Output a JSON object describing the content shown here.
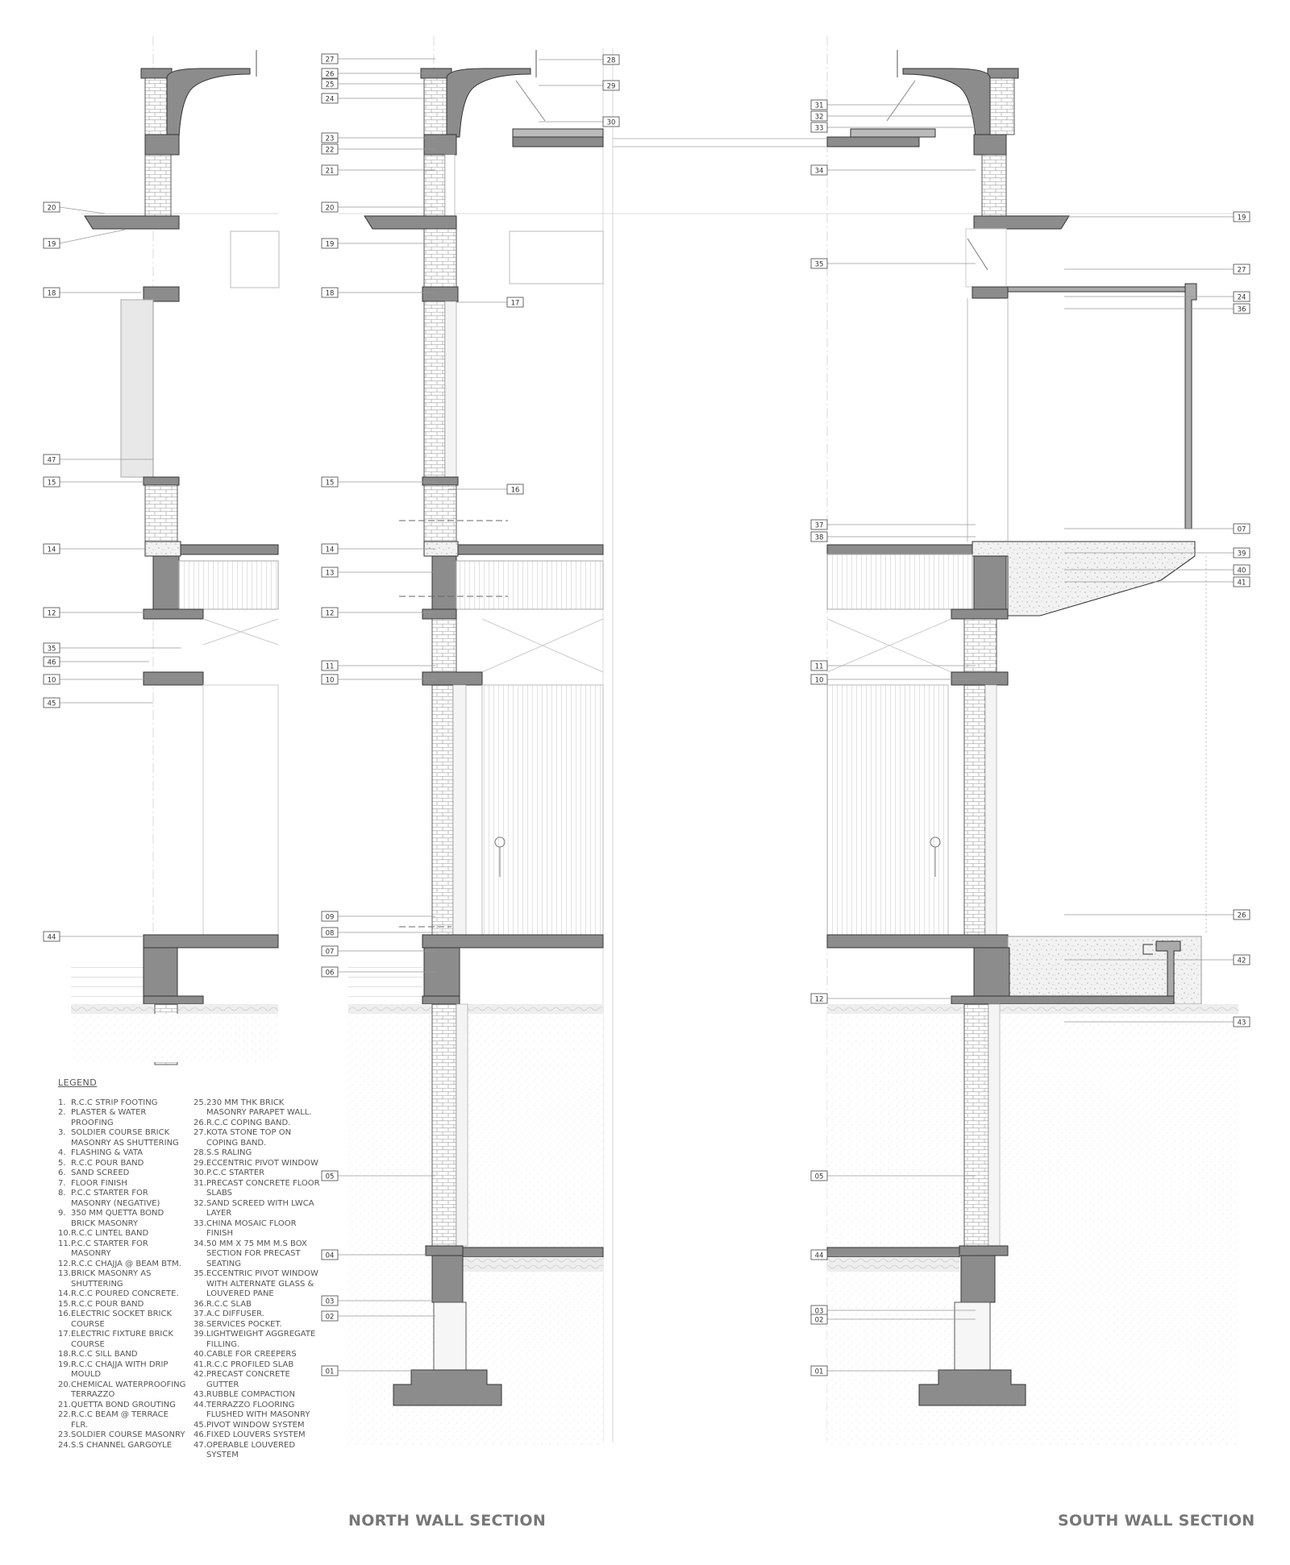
{
  "legend": {
    "title": "LEGEND",
    "col1": [
      {
        "n": "1.",
        "t": "R.C.C STRIP FOOTING"
      },
      {
        "n": "2.",
        "t": "PLASTER & WATER PROOFING"
      },
      {
        "n": "3.",
        "t": "SOLDIER COURSE BRICK MASONRY AS SHUTTERING"
      },
      {
        "n": "4.",
        "t": "FLASHING & VATA"
      },
      {
        "n": "5.",
        "t": "R.C.C POUR BAND"
      },
      {
        "n": "6.",
        "t": "SAND SCREED"
      },
      {
        "n": "7.",
        "t": "FLOOR FINISH"
      },
      {
        "n": "8.",
        "t": "P.C.C STARTER FOR MASONRY (NEGATIVE)"
      },
      {
        "n": "9.",
        "t": "350 MM QUETTA BOND BRICK MASONRY"
      },
      {
        "n": "10.",
        "t": "R.C.C LINTEL BAND"
      },
      {
        "n": "11.",
        "t": "P.C.C STARTER FOR MASONRY"
      },
      {
        "n": "12.",
        "t": "R.C.C CHAJJA @ BEAM BTM."
      },
      {
        "n": "13.",
        "t": "BRICK MASONRY AS SHUTTERING"
      },
      {
        "n": "14.",
        "t": "R.C.C POURED CONCRETE."
      },
      {
        "n": "15.",
        "t": "R.C.C POUR BAND"
      },
      {
        "n": "16.",
        "t": "ELECTRIC SOCKET BRICK COURSE"
      },
      {
        "n": "17.",
        "t": "ELECTRIC FIXTURE BRICK COURSE"
      },
      {
        "n": "18.",
        "t": "R.C.C SILL BAND"
      },
      {
        "n": "19.",
        "t": "R.C.C CHAJJA WITH DRIP MOULD"
      },
      {
        "n": "20.",
        "t": "CHEMICAL WATERPROOFING TERRAZZO"
      },
      {
        "n": "21.",
        "t": "QUETTA BOND GROUTING"
      },
      {
        "n": "22.",
        "t": "R.C.C BEAM @ TERRACE FLR."
      },
      {
        "n": "23.",
        "t": "SOLDIER COURSE MASONRY"
      },
      {
        "n": "24.",
        "t": "S.S CHANNEL GARGOYLE"
      }
    ],
    "col2": [
      {
        "n": "25.",
        "t": "230 MM THK BRICK MASONRY PARAPET WALL."
      },
      {
        "n": "26.",
        "t": "R.C.C COPING BAND."
      },
      {
        "n": "27.",
        "t": "KOTA STONE TOP ON COPING BAND."
      },
      {
        "n": "28.",
        "t": "S.S RALING"
      },
      {
        "n": "29.",
        "t": "ECCENTRIC PIVOT WINDOW"
      },
      {
        "n": "30.",
        "t": "P.C.C STARTER"
      },
      {
        "n": "31.",
        "t": "PRECAST CONCRETE FLOOR SLABS"
      },
      {
        "n": "32.",
        "t": "SAND SCREED WITH LWCA LAYER"
      },
      {
        "n": "33.",
        "t": "CHINA MOSAIC FLOOR FINISH"
      },
      {
        "n": "34.",
        "t": "50 MM X 75 MM M.S BOX SECTION FOR PRECAST SEATING"
      },
      {
        "n": "35.",
        "t": "ECCENTRIC PIVOT WINDOW WITH ALTERNATE GLASS & LOUVERED PANE"
      },
      {
        "n": "36.",
        "t": "R.C.C SLAB"
      },
      {
        "n": "37.",
        "t": "A.C DIFFUSER."
      },
      {
        "n": "38.",
        "t": "SERVICES POCKET."
      },
      {
        "n": "39.",
        "t": "LIGHTWEIGHT AGGREGATE FILLING."
      },
      {
        "n": "40.",
        "t": "CABLE FOR CREEPERS"
      },
      {
        "n": "41.",
        "t": "R.C.C PROFILED SLAB"
      },
      {
        "n": "42.",
        "t": "PRECAST CONCRETE GUTTER"
      },
      {
        "n": "43.",
        "t": "RUBBLE COMPACTION"
      },
      {
        "n": "44.",
        "t": "TERRAZZO FLOORING FLUSHED WITH MASONRY"
      },
      {
        "n": "45.",
        "t": "PIVOT WINDOW SYSTEM"
      },
      {
        "n": "46.",
        "t": "FIXED LOUVERS SYSTEM"
      },
      {
        "n": "47.",
        "t": "OPERABLE LOUVERED SYSTEM"
      }
    ]
  },
  "titles": {
    "north": "NORTH WALL SECTION",
    "south": "SOUTH WALL SECTION"
  },
  "tags": {
    "left": [
      "20",
      "19",
      "18",
      "47",
      "15",
      "14",
      "12",
      "35",
      "46",
      "10",
      "45",
      "44"
    ],
    "midLeft": [
      "27",
      "26",
      "25",
      "24",
      "23",
      "22",
      "21",
      "20",
      "19",
      "18",
      "15",
      "14",
      "13",
      "12",
      "11",
      "10",
      "09",
      "08",
      "07",
      "06",
      "05",
      "04",
      "03",
      "02",
      "01"
    ],
    "midRight": [
      "17",
      "16"
    ],
    "topMid": [
      "28",
      "29",
      "30"
    ],
    "southLeft": [
      "31",
      "32",
      "33",
      "34",
      "35",
      "37",
      "38",
      "11",
      "10",
      "12",
      "05",
      "44",
      "03",
      "02",
      "01"
    ],
    "southRight": [
      "19",
      "27",
      "24",
      "36",
      "07",
      "39",
      "40",
      "41",
      "26",
      "42",
      "43"
    ]
  }
}
